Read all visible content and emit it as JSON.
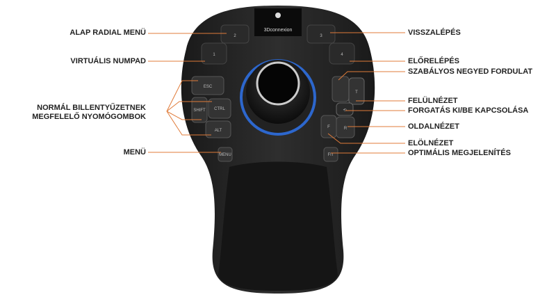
{
  "left_labels": {
    "radial_menu": "ALAP RADIAL MENÜ",
    "virtual_numpad": "VIRTUÁLIS NUMPAD",
    "keyboard_buttons_line1": "NORMÁL BILLENTYŰZETNEK",
    "keyboard_buttons_line2": "MEGFELELŐ NYOMÓGOMBOK",
    "menu": "MENÜ"
  },
  "right_labels": {
    "back": "VISSZALÉPÉS",
    "forward": "ELŐRELÉPÉS",
    "quarter_turn": "SZABÁLYOS NEGYED FORDULAT",
    "top_view": "FELÜLNÉZET",
    "rotation_toggle": "FORGATÁS KI/BE KAPCSOLÁSA",
    "side_view": "OLDALNÉZET",
    "front_view": "ELÖLNÉZET",
    "fit": "OPTIMÁLIS MEGJELENÍTÉS"
  },
  "device": {
    "brand": "3Dconnexion",
    "buttons": {
      "b1": "1",
      "b2": "2",
      "b3": "3",
      "b4": "4",
      "esc": "ESC",
      "ctrl": "CTRL",
      "shift": "SHIFT",
      "alt": "ALT",
      "menu": "MENU",
      "fit": "FIT",
      "top": "T",
      "right": "R",
      "front": "F"
    }
  },
  "colors": {
    "leader_line": "#e07b39",
    "ring": "#2f6fe0"
  }
}
